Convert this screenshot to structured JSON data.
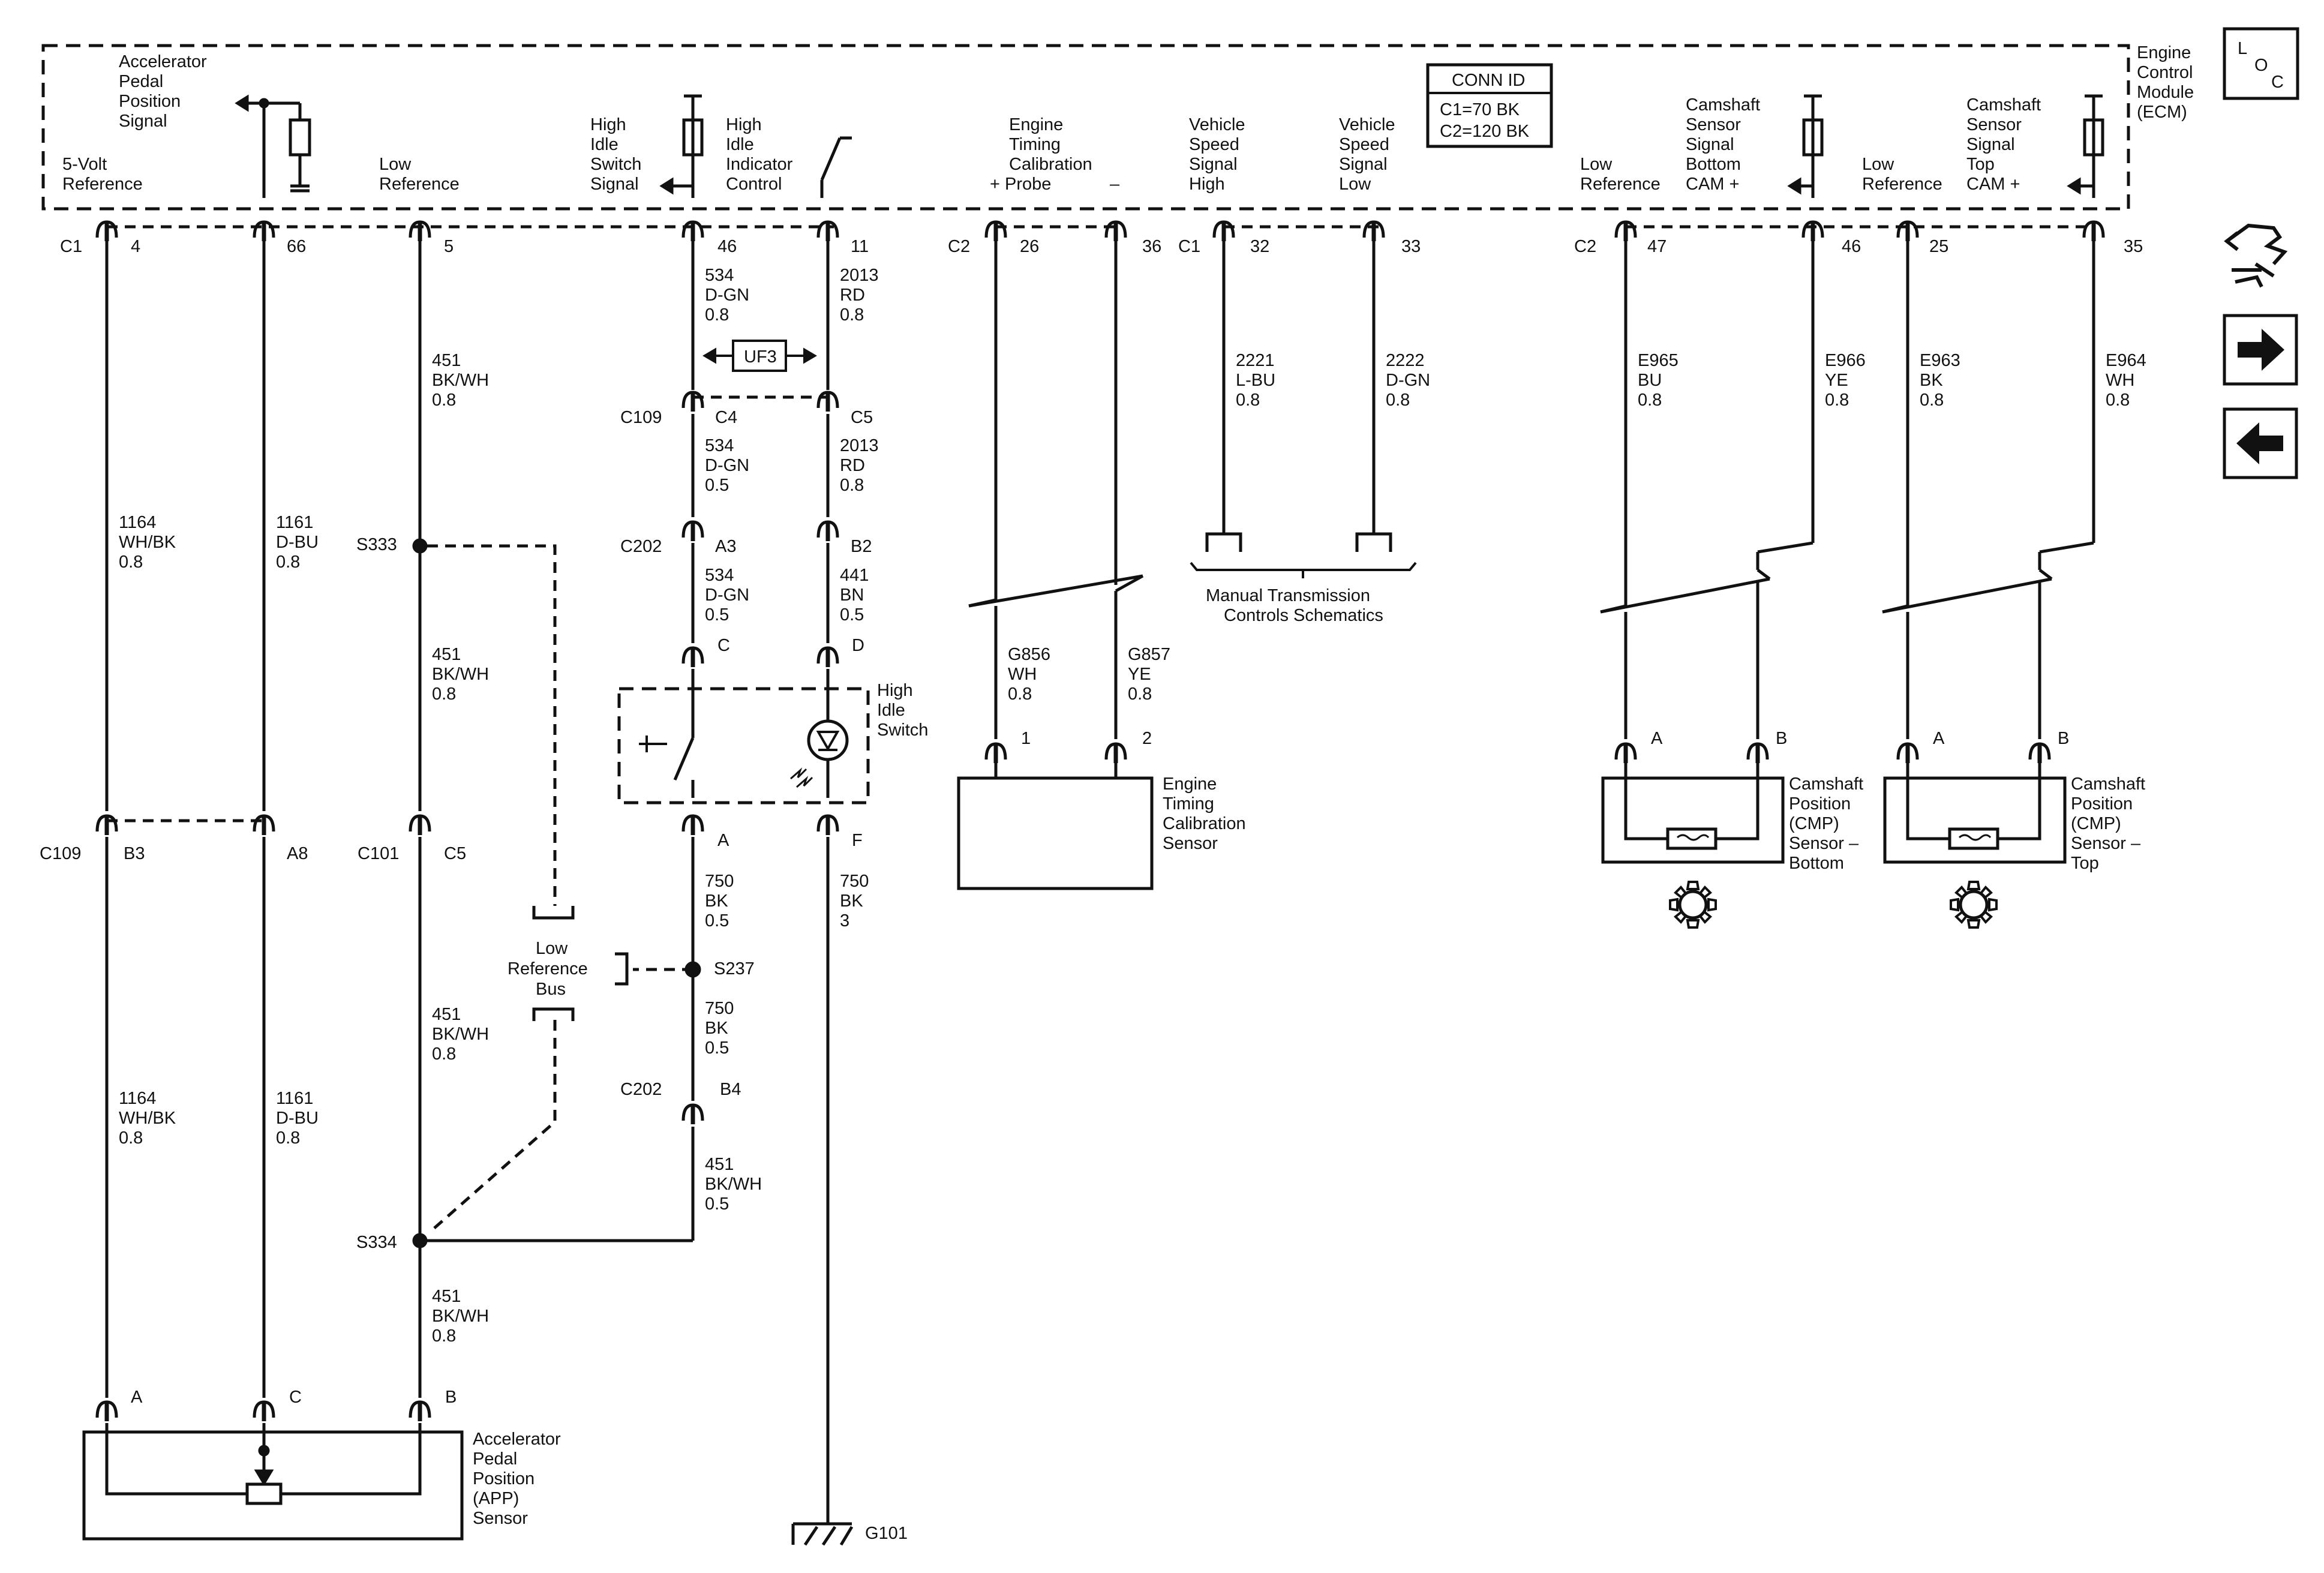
{
  "ecm": {
    "name_lines": [
      "Engine",
      "Control",
      "Module",
      "(ECM)"
    ],
    "conn_id_title": "CONN ID",
    "conn_id_lines": [
      "C1=70 BK",
      "C2=120 BK"
    ]
  },
  "ecm_pins": [
    {
      "id": "c1-4",
      "lines": [
        "5-Volt",
        "Reference"
      ],
      "conn": "C1",
      "pin": "4"
    },
    {
      "id": "c1-66",
      "lines": [
        "Accelerator",
        "Pedal",
        "Position",
        "Signal"
      ],
      "pin": "66"
    },
    {
      "id": "c1-5",
      "lines": [
        "Low",
        "Reference"
      ],
      "pin": "5"
    },
    {
      "id": "c1-46",
      "lines": [
        "High",
        "Idle",
        "Switch",
        "Signal"
      ],
      "pin": "46"
    },
    {
      "id": "c1-11",
      "lines": [
        "High",
        "Idle",
        "Indicator",
        "Control"
      ],
      "pin": "11"
    },
    {
      "id": "c2-26",
      "lines": [
        "Engine",
        "Timing",
        "Calibration",
        "+ Probe"
      ],
      "conn": "C2",
      "pin": "26",
      "pin_sign_right": "–"
    },
    {
      "id": "c2-36",
      "pin": "36"
    },
    {
      "id": "c1-32",
      "lines": [
        "Vehicle",
        "Speed",
        "Signal",
        "High"
      ],
      "conn": "C1",
      "pin": "32"
    },
    {
      "id": "c1-33",
      "lines": [
        "Vehicle",
        "Speed",
        "Signal",
        "Low"
      ],
      "pin": "33"
    },
    {
      "id": "c2-47",
      "lines": [
        "Low",
        "Reference"
      ],
      "conn": "C2",
      "pin": "47"
    },
    {
      "id": "c2-46",
      "lines": [
        "Camshaft",
        "Sensor",
        "Signal",
        "Bottom",
        "CAM +"
      ],
      "pin": "46"
    },
    {
      "id": "c2-25",
      "lines": [
        "Low",
        "Reference"
      ],
      "pin": "25"
    },
    {
      "id": "c2-35",
      "lines": [
        "Camshaft",
        "Sensor",
        "Signal",
        "Top",
        "CAM +"
      ],
      "pin": "35"
    }
  ],
  "wires": {
    "w1164": [
      "1164",
      "WH/BK",
      "0.8"
    ],
    "w1161": [
      "1161",
      "D-BU",
      "0.8"
    ],
    "w451_08": [
      "451",
      "BK/WH",
      "0.8"
    ],
    "w534_08": [
      "534",
      "D-GN",
      "0.8"
    ],
    "w534_05": [
      "534",
      "D-GN",
      "0.5"
    ],
    "w2013": [
      "2013",
      "RD",
      "0.8"
    ],
    "w441": [
      "441",
      "BN",
      "0.5"
    ],
    "w750_05": [
      "750",
      "BK",
      "0.5"
    ],
    "w750_3": [
      "750",
      "BK",
      "3"
    ],
    "w451_05": [
      "451",
      "BK/WH",
      "0.5"
    ],
    "wG856": [
      "G856",
      "WH",
      "0.8"
    ],
    "wG857": [
      "G857",
      "YE",
      "0.8"
    ],
    "w2221": [
      "2221",
      "L-BU",
      "0.8"
    ],
    "w2222": [
      "2222",
      "D-GN",
      "0.8"
    ],
    "wE965": [
      "E965",
      "BU",
      "0.8"
    ],
    "wE966": [
      "E966",
      "YE",
      "0.8"
    ],
    "wE963": [
      "E963",
      "BK",
      "0.8"
    ],
    "wE964": [
      "E964",
      "WH",
      "0.8"
    ]
  },
  "connectors": {
    "c109": "C109",
    "c4": "C4",
    "c5": "C5",
    "c202": "C202",
    "a3": "A3",
    "b2": "B2",
    "c": "C",
    "d": "D",
    "a": "A",
    "f": "F",
    "b4": "B4",
    "c109_b3": "B3",
    "a8": "A8",
    "c101": "C101",
    "c5_left": "C5",
    "s333": "S333",
    "s334": "S334",
    "s237": "S237",
    "uf3": "UF3",
    "app_a": "A",
    "app_c": "C",
    "app_b": "B",
    "etc_1": "1",
    "etc_2": "2",
    "cmp_a": "A",
    "cmp_b": "B",
    "g101": "G101"
  },
  "components": {
    "high_idle_switch": [
      "High",
      "Idle",
      "Switch"
    ],
    "low_ref_bus": [
      "Low",
      "Reference",
      "Bus"
    ],
    "app_sensor": [
      "Accelerator",
      "Pedal",
      "Position",
      "(APP)",
      "Sensor"
    ],
    "etc_sensor": [
      "Engine",
      "Timing",
      "Calibration",
      "Sensor"
    ],
    "manual_trans": [
      "Manual Transmission",
      "Controls Schematics"
    ],
    "cmp_bottom": [
      "Camshaft",
      "Position",
      "(CMP)",
      "Sensor –",
      "Bottom"
    ],
    "cmp_top": [
      "Camshaft",
      "Position",
      "(CMP)",
      "Sensor –",
      "Top"
    ]
  },
  "side_panel": {
    "loc_letters": [
      "L",
      "O",
      "C"
    ],
    "icons": [
      "connector-info-icon",
      "next-arrow-icon",
      "previous-arrow-icon"
    ]
  }
}
